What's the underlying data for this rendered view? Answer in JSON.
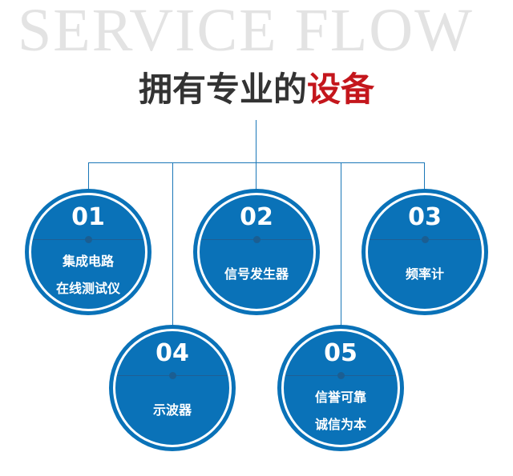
{
  "watermark": "SERVICE FLOW",
  "title": {
    "main": "拥有专业的",
    "highlight": "设备"
  },
  "colors": {
    "circle": "#0a72b8",
    "accent": "#c4161c",
    "line": "#1b77b8"
  },
  "items": [
    {
      "num": "01",
      "lines": [
        "集成电路",
        "在线测试仪"
      ]
    },
    {
      "num": "02",
      "lines": [
        "信号发生器"
      ]
    },
    {
      "num": "03",
      "lines": [
        "频率计"
      ]
    },
    {
      "num": "04",
      "lines": [
        "示波器"
      ]
    },
    {
      "num": "05",
      "lines": [
        "信誉可靠",
        "诚信为本"
      ]
    }
  ]
}
